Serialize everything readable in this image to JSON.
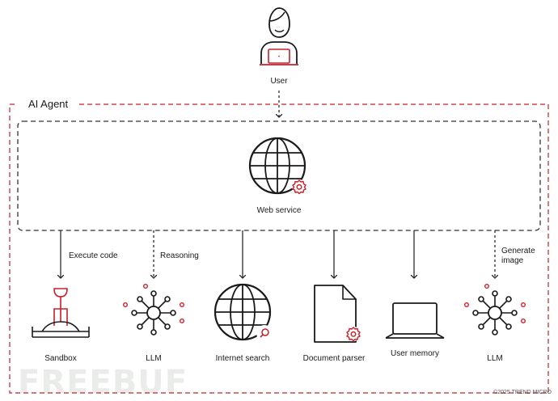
{
  "user": {
    "label": "User"
  },
  "agent": {
    "title": "AI Agent"
  },
  "web_service": {
    "label": "Web service"
  },
  "edges": {
    "execute_code": "Execute code",
    "reasoning": "Reasoning",
    "generate_image": [
      "Generate",
      "image"
    ]
  },
  "tools": {
    "sandbox": "Sandbox",
    "llm_1": "LLM",
    "internet_search": "Internet search",
    "document_parser": "Document parser",
    "user_memory": "User memory",
    "llm_2": "LLM"
  },
  "footer": {
    "copyright": "©2025 TREND MICRO"
  },
  "watermark": "FREEBUF",
  "colors": {
    "accent": "#c8202b",
    "ink": "#1a1a1a",
    "dash": "#333333"
  }
}
